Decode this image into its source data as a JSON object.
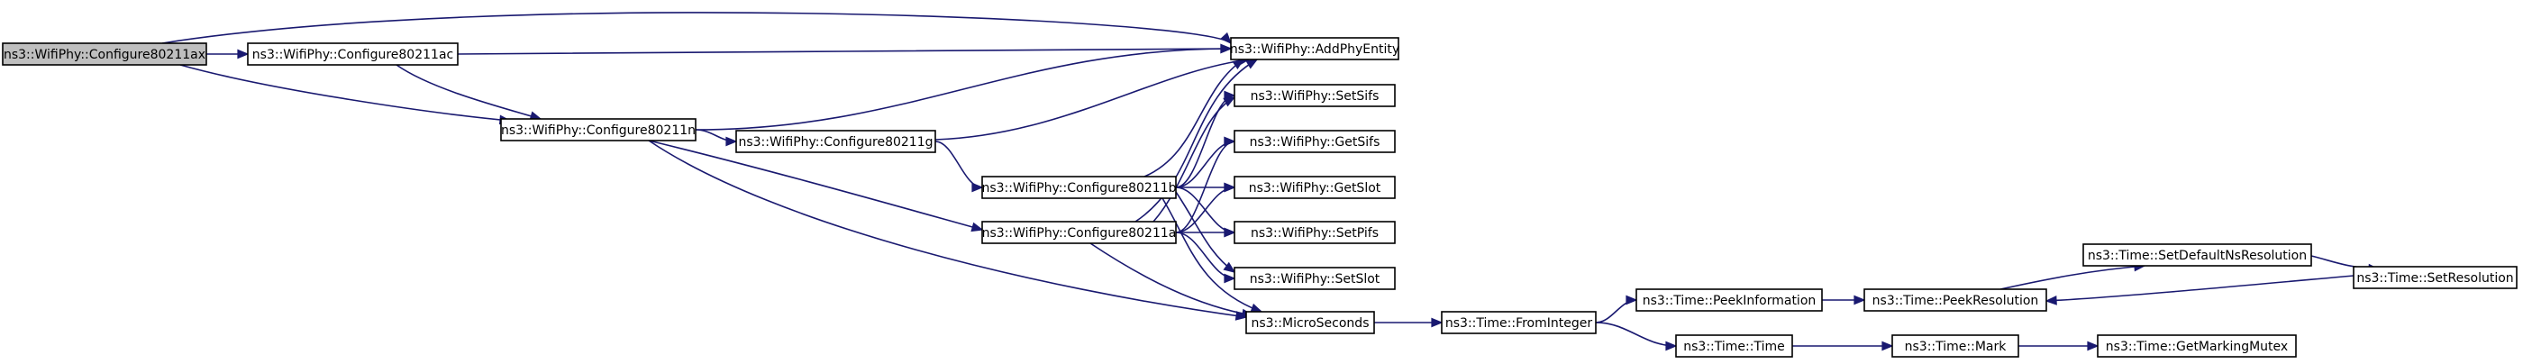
{
  "graph": {
    "colors": {
      "edge": "#191970",
      "node_fill": "#ffffff",
      "root_fill": "#bfbfbf",
      "border": "#000000"
    },
    "nodes": [
      {
        "id": "n0",
        "label": "ns3::WifiPhy::Configure80211ax",
        "root": true
      },
      {
        "id": "n1",
        "label": "ns3::WifiPhy::Configure80211ac"
      },
      {
        "id": "n2",
        "label": "ns3::WifiPhy::AddPhyEntity"
      },
      {
        "id": "n3",
        "label": "ns3::WifiPhy::Configure80211n"
      },
      {
        "id": "n4",
        "label": "ns3::WifiPhy::Configure80211g"
      },
      {
        "id": "n5",
        "label": "ns3::WifiPhy::Configure80211b"
      },
      {
        "id": "n6",
        "label": "ns3::WifiPhy::Configure80211a"
      },
      {
        "id": "n7",
        "label": "ns3::MicroSeconds"
      },
      {
        "id": "n8",
        "label": "ns3::WifiPhy::SetSifs"
      },
      {
        "id": "n9",
        "label": "ns3::WifiPhy::GetSifs"
      },
      {
        "id": "n10",
        "label": "ns3::WifiPhy::GetSlot"
      },
      {
        "id": "n11",
        "label": "ns3::WifiPhy::SetPifs"
      },
      {
        "id": "n12",
        "label": "ns3::WifiPhy::SetSlot"
      },
      {
        "id": "n13",
        "label": "ns3::Time::FromInteger"
      },
      {
        "id": "n14",
        "label": "ns3::Time::PeekInformation"
      },
      {
        "id": "n15",
        "label": "ns3::Time::Time"
      },
      {
        "id": "n16",
        "label": "ns3::Time::PeekResolution"
      },
      {
        "id": "n17",
        "label": "ns3::Time::Mark"
      },
      {
        "id": "n18",
        "label": "ns3::Time::SetDefaultNsResolution"
      },
      {
        "id": "n19",
        "label": "ns3::Time::SetResolution"
      },
      {
        "id": "n20",
        "label": "ns3::Time::GetMarkingMutex"
      }
    ],
    "edges": [
      {
        "from": "n0",
        "to": "n1"
      },
      {
        "from": "n0",
        "to": "n2"
      },
      {
        "from": "n0",
        "to": "n3"
      },
      {
        "from": "n1",
        "to": "n2"
      },
      {
        "from": "n1",
        "to": "n3"
      },
      {
        "from": "n3",
        "to": "n2"
      },
      {
        "from": "n3",
        "to": "n4"
      },
      {
        "from": "n3",
        "to": "n6"
      },
      {
        "from": "n3",
        "to": "n7"
      },
      {
        "from": "n4",
        "to": "n2"
      },
      {
        "from": "n4",
        "to": "n5"
      },
      {
        "from": "n5",
        "to": "n2"
      },
      {
        "from": "n5",
        "to": "n8"
      },
      {
        "from": "n5",
        "to": "n9"
      },
      {
        "from": "n5",
        "to": "n10"
      },
      {
        "from": "n5",
        "to": "n11"
      },
      {
        "from": "n5",
        "to": "n12"
      },
      {
        "from": "n5",
        "to": "n7"
      },
      {
        "from": "n6",
        "to": "n2"
      },
      {
        "from": "n6",
        "to": "n8"
      },
      {
        "from": "n6",
        "to": "n9"
      },
      {
        "from": "n6",
        "to": "n10"
      },
      {
        "from": "n6",
        "to": "n11"
      },
      {
        "from": "n6",
        "to": "n12"
      },
      {
        "from": "n6",
        "to": "n7"
      },
      {
        "from": "n7",
        "to": "n13"
      },
      {
        "from": "n13",
        "to": "n14"
      },
      {
        "from": "n13",
        "to": "n15"
      },
      {
        "from": "n14",
        "to": "n16"
      },
      {
        "from": "n15",
        "to": "n17"
      },
      {
        "from": "n16",
        "to": "n18"
      },
      {
        "from": "n18",
        "to": "n19"
      },
      {
        "from": "n19",
        "to": "n16"
      },
      {
        "from": "n17",
        "to": "n20"
      }
    ]
  }
}
